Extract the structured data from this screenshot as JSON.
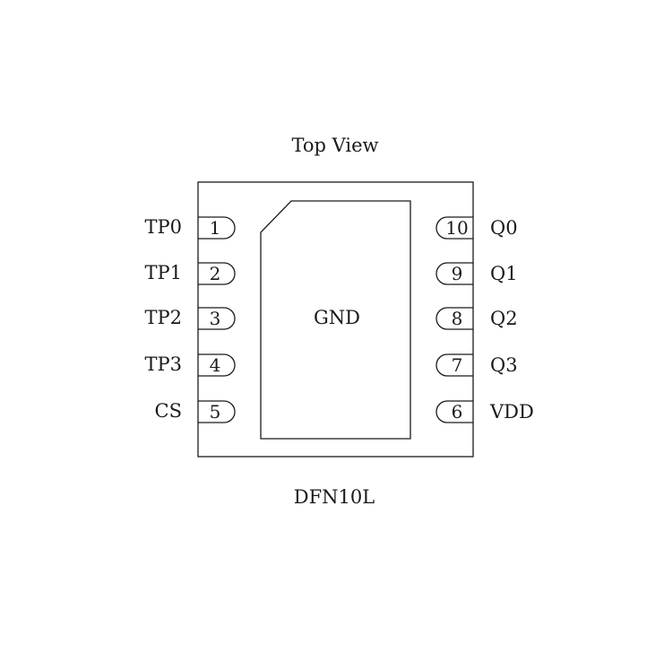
{
  "title": "Top View",
  "package_name": "DFN10L",
  "center_pad_label": "GND",
  "colors": {
    "stroke": "#1a1a1a",
    "background": "#ffffff"
  },
  "pins_left": [
    {
      "number": "1",
      "name": "TP0"
    },
    {
      "number": "2",
      "name": "TP1"
    },
    {
      "number": "3",
      "name": "TP2"
    },
    {
      "number": "4",
      "name": "TP3"
    },
    {
      "number": "5",
      "name": "CS"
    }
  ],
  "pins_right": [
    {
      "number": "10",
      "name": "Q0"
    },
    {
      "number": "9",
      "name": "Q1"
    },
    {
      "number": "8",
      "name": "Q2"
    },
    {
      "number": "7",
      "name": "Q3"
    },
    {
      "number": "6",
      "name": "VDD"
    }
  ]
}
